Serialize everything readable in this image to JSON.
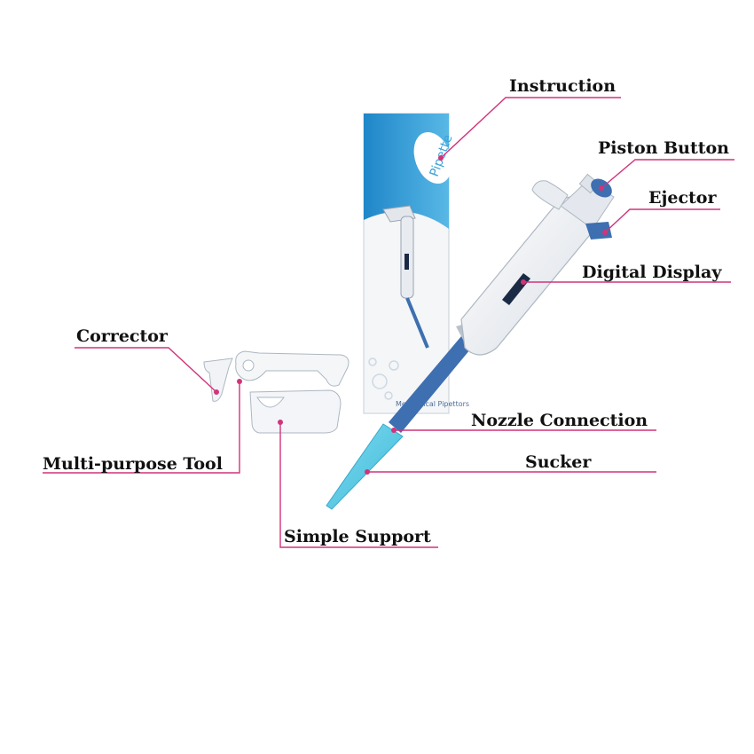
{
  "package": {
    "brand": "Pipette",
    "subtitle": "Mechanical Pipettors"
  },
  "labels": {
    "instruction": "Instruction",
    "piston_button": "Piston Button",
    "ejector": "Ejector",
    "digital_display": "Digital Display",
    "corrector": "Corrector",
    "nozzle_connection": "Nozzle Connection",
    "sucker": "Sucker",
    "multi_purpose_tool": "Multi-purpose Tool",
    "simple_support": "Simple Support"
  },
  "colors": {
    "leader_line": "#d1347a",
    "pipette_body": "#eef1f4",
    "pipette_accent": "#3e6fb0",
    "tip": "#5fd0e8",
    "box_stripe": "#2f9bd6"
  }
}
